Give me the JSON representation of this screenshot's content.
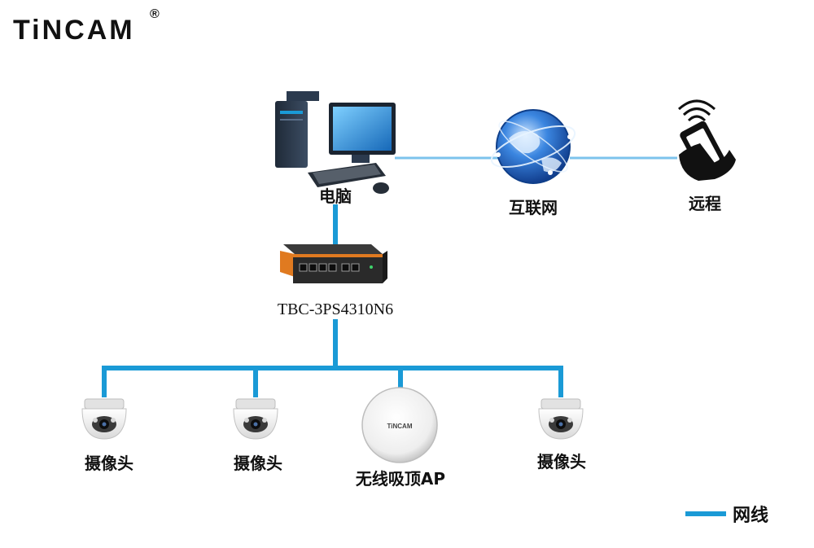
{
  "brand": {
    "name": "TiNCAM",
    "registered": "®"
  },
  "nodes": {
    "computer": {
      "label": "电脑"
    },
    "internet": {
      "label": "互联网"
    },
    "remote": {
      "label": "远程"
    },
    "switch": {
      "model": "TBC-3PS4310N6"
    },
    "ap": {
      "label": "无线吸顶AP",
      "mark": "TiNCAM"
    },
    "camera_1": {
      "label": "摄像头"
    },
    "camera_2": {
      "label": "摄像头"
    },
    "camera_3": {
      "label": "摄像头"
    }
  },
  "legend": {
    "label": "网线",
    "color": "#1a9ad6"
  },
  "colors": {
    "cable": "#1a9ad6",
    "switch_accent": "#e07a20",
    "globe": "#2a6fd0"
  },
  "icons": {
    "computer": "desktop-computer-icon",
    "internet": "globe-icon",
    "remote": "smartphone-wifi-icon",
    "switch": "network-switch-icon",
    "camera": "dome-camera-icon",
    "ap": "ceiling-access-point-icon"
  }
}
